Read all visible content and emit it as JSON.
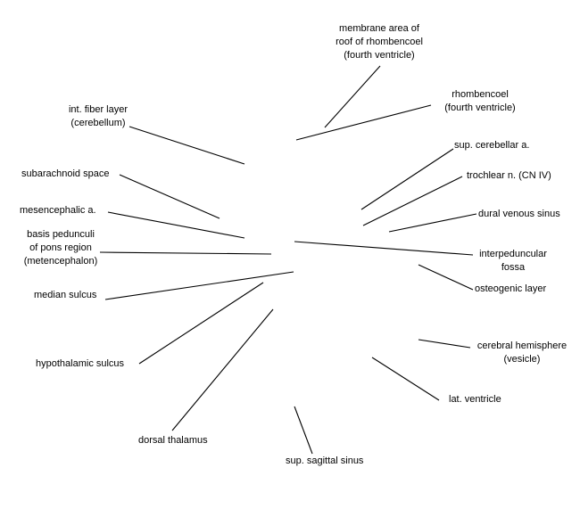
{
  "labels": {
    "membrane_roof": "membrane area of\nroof of rhombencoel\n(fourth ventricle)",
    "rhombencoel": "rhombencoel\n(fourth ventricle)",
    "int_fiber_layer": "int. fiber layer\n(cerebellum)",
    "sup_cerebellar_a": "sup. cerebellar a.",
    "subarachnoid_space": "subarachnoid space",
    "trochlear_n": "trochlear n. (CN IV)",
    "mesencephalic_a": "mesencephalic a.",
    "dural_venous_sinus": "dural venous sinus",
    "basis_pedunculi": "basis pedunculi\nof pons region\n(metencephalon)",
    "interpeduncular_fossa": "interpeduncular\nfossa",
    "osteogenic_layer": "osteogenic layer",
    "median_sulcus": "median sulcus",
    "cerebral_hemisphere": "cerebral hemisphere\n(vesicle)",
    "hypothalamic_sulcus": "hypothalamic sulcus",
    "lat_ventricle": "lat. ventricle",
    "dorsal_thalamus": "dorsal thalamus",
    "sup_sagittal_sinus": "sup. sagittal sinus"
  },
  "style": {
    "line_color": "#000000",
    "text_color": "#000000",
    "background": "#ffffff"
  }
}
